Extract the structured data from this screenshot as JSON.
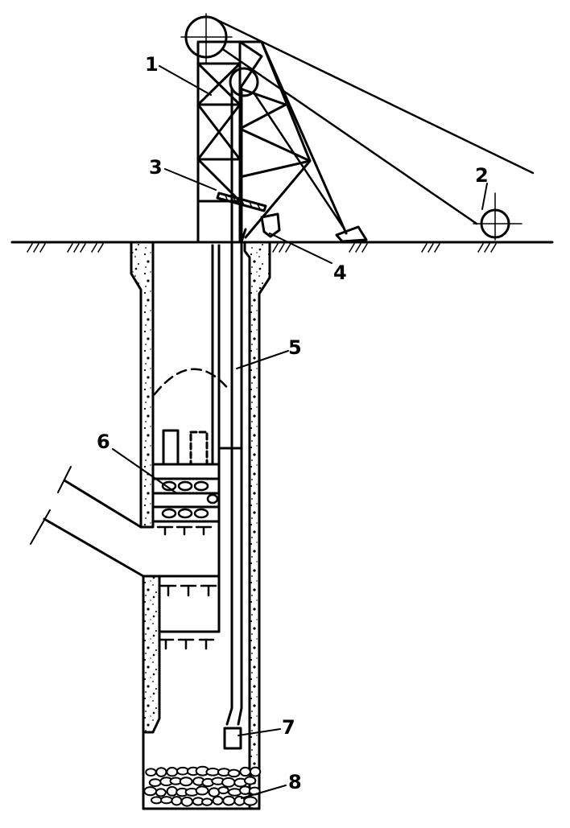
{
  "labels": {
    "l1": "1",
    "l2": "2",
    "l3": "3",
    "l4": "4",
    "l5": "5",
    "l6": "6",
    "l7": "7",
    "l8": "8"
  },
  "colors": {
    "ink": "#000000",
    "background": "#ffffff"
  }
}
